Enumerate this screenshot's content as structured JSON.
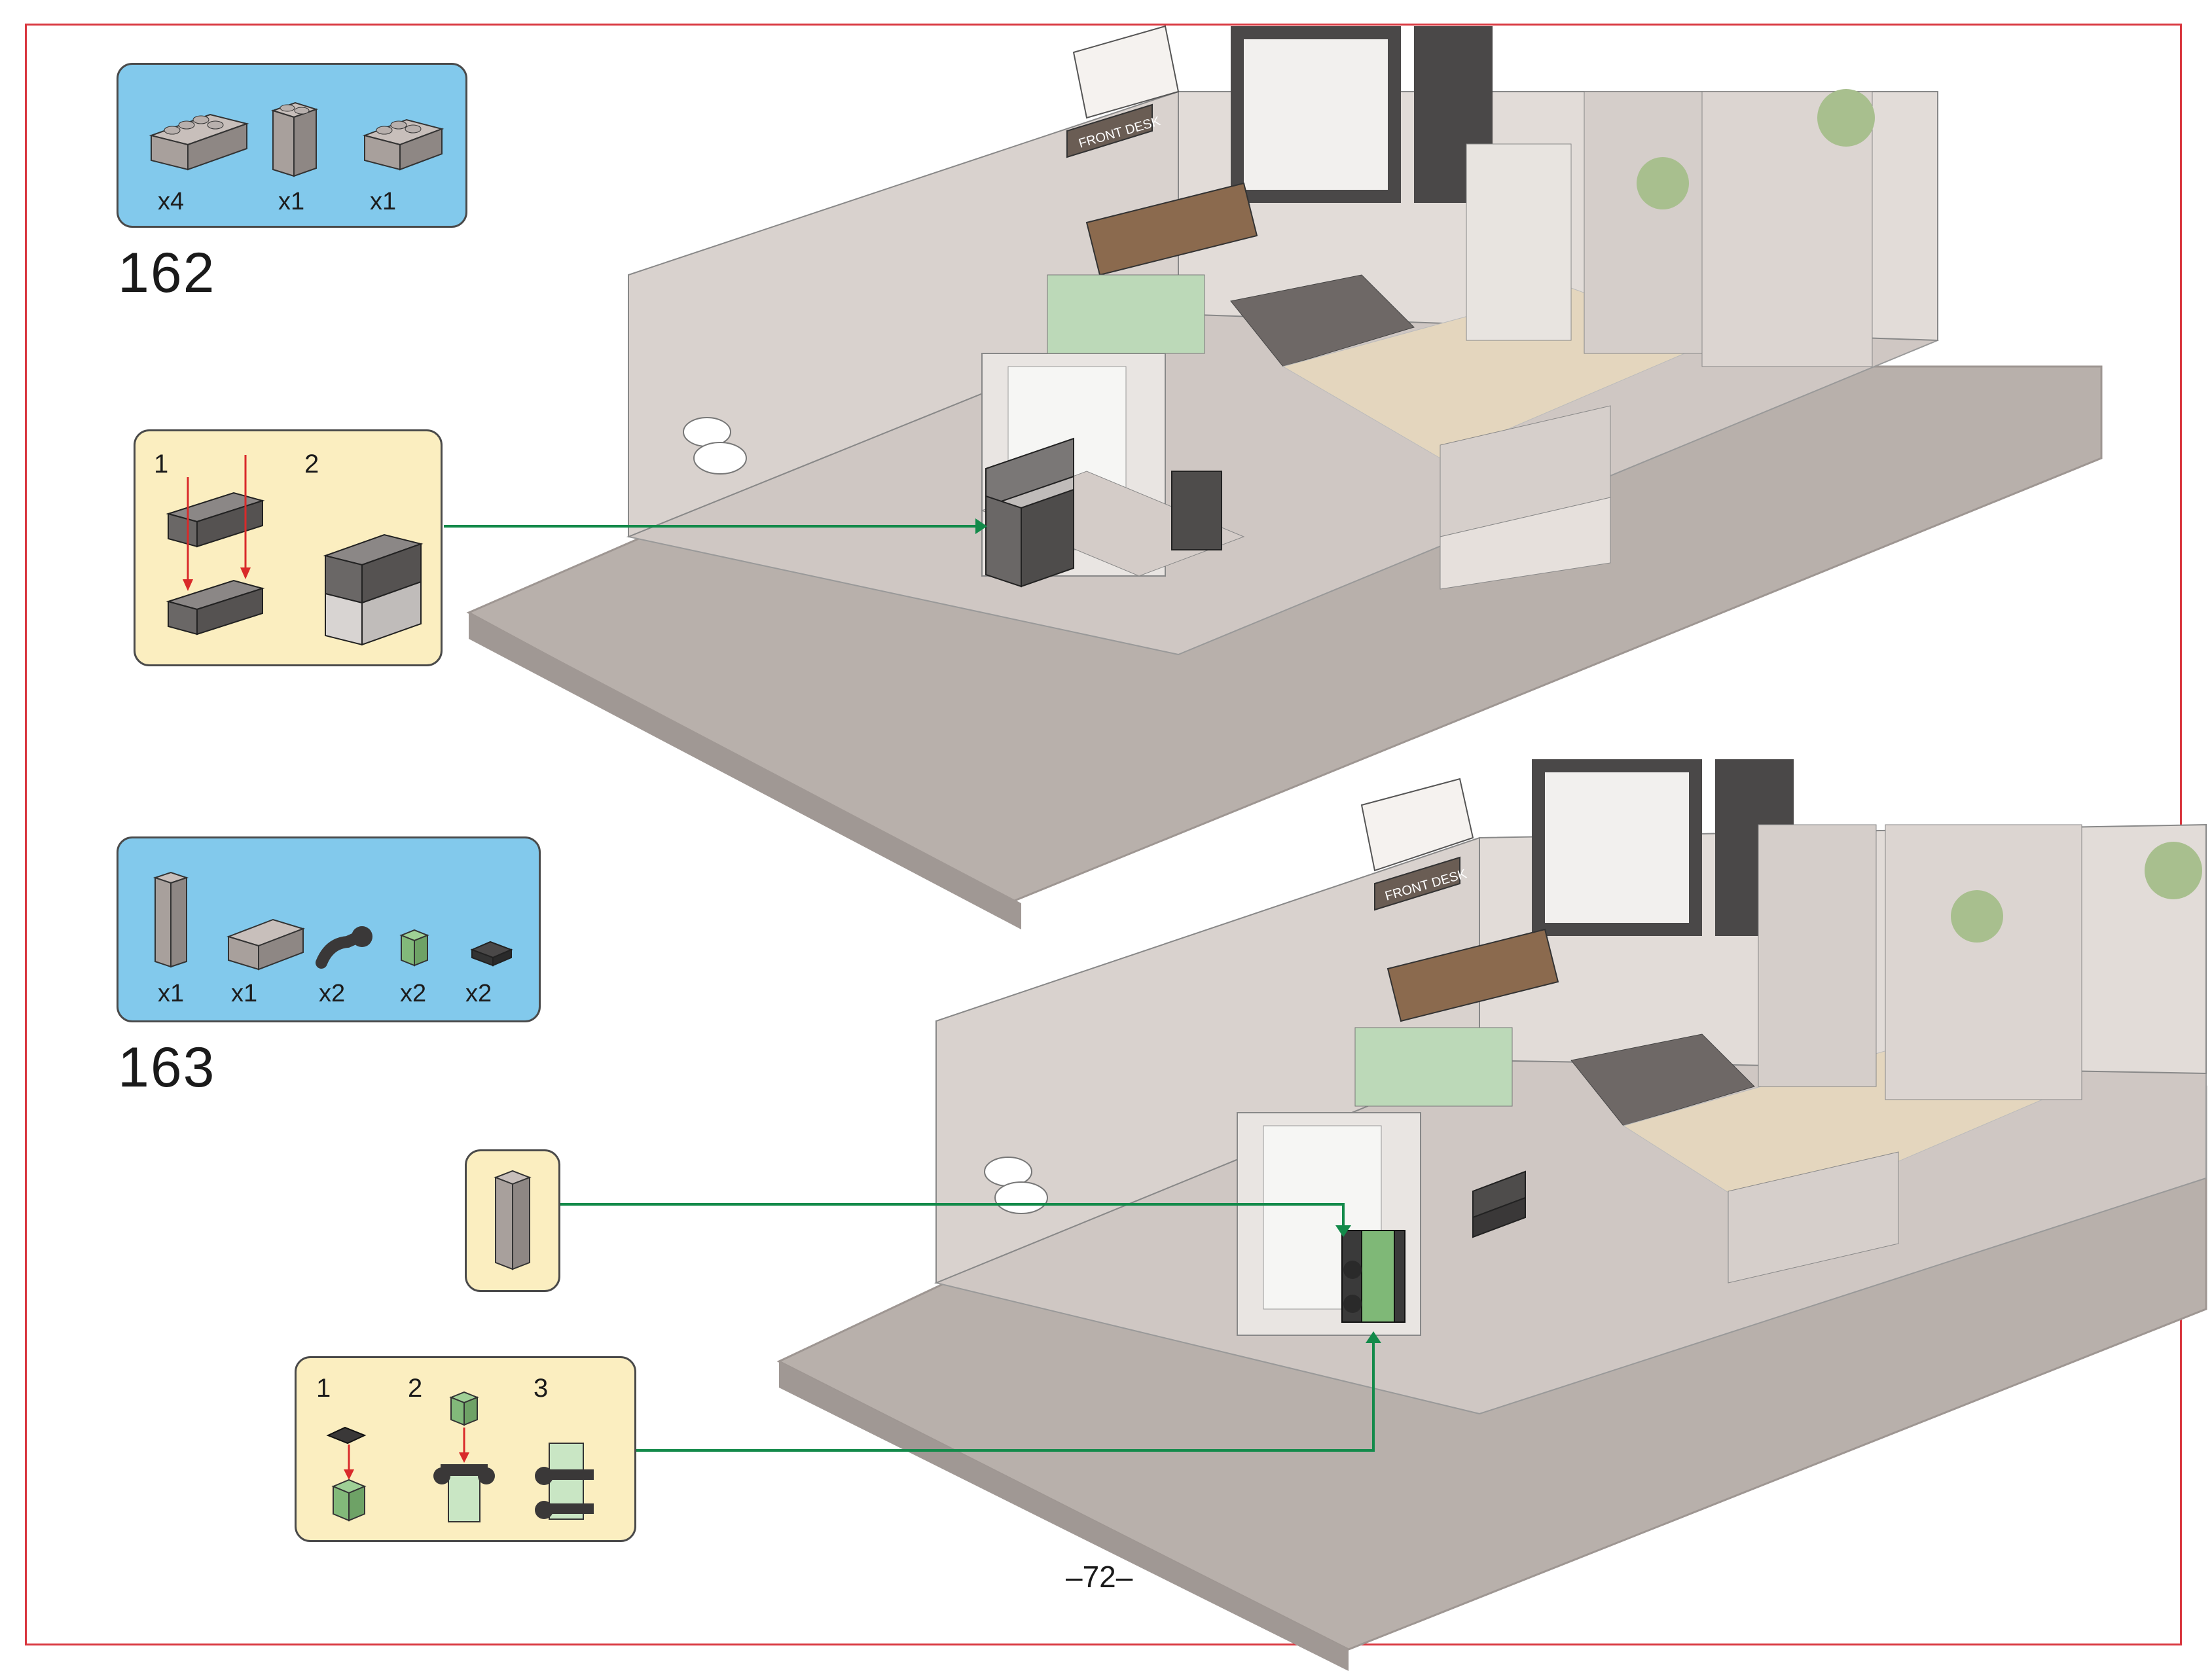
{
  "page": {
    "number": "–72–",
    "frame_color": "#d9373f"
  },
  "colors": {
    "parts_box": "#82c9ec",
    "sub_box": "#fbeec0",
    "arrow_green": "#138a4a",
    "arrow_red": "#d92a2a",
    "brick_light": "#d4cbc7",
    "brick_mid": "#a8a09c",
    "brick_dark": "#4a4848",
    "green_brick": "#8fbf86"
  },
  "steps": [
    {
      "number": "162",
      "parts": [
        {
          "icon": "brick-1x4-gray-icon",
          "qty": "x4"
        },
        {
          "icon": "brick-1x2-tall-gray-icon",
          "qty": "x1"
        },
        {
          "icon": "brick-1x3-gray-icon",
          "qty": "x1"
        }
      ],
      "sub_assembly": {
        "labels": [
          "1",
          "2"
        ]
      }
    },
    {
      "number": "163",
      "parts": [
        {
          "icon": "brick-1x1x3-gray-icon",
          "qty": "x1"
        },
        {
          "icon": "brick-1x3-gray-icon",
          "qty": "x1"
        },
        {
          "icon": "bar-clip-dark-icon",
          "qty": "x2"
        },
        {
          "icon": "brick-1x1-green-icon",
          "qty": "x2"
        },
        {
          "icon": "plate-clip-dark-icon",
          "qty": "x2"
        }
      ],
      "sub_assembly": {
        "labels": [
          "1",
          "2",
          "3"
        ]
      }
    }
  ],
  "model_labels": {
    "front_desk_sign": "FRONT DESK"
  }
}
